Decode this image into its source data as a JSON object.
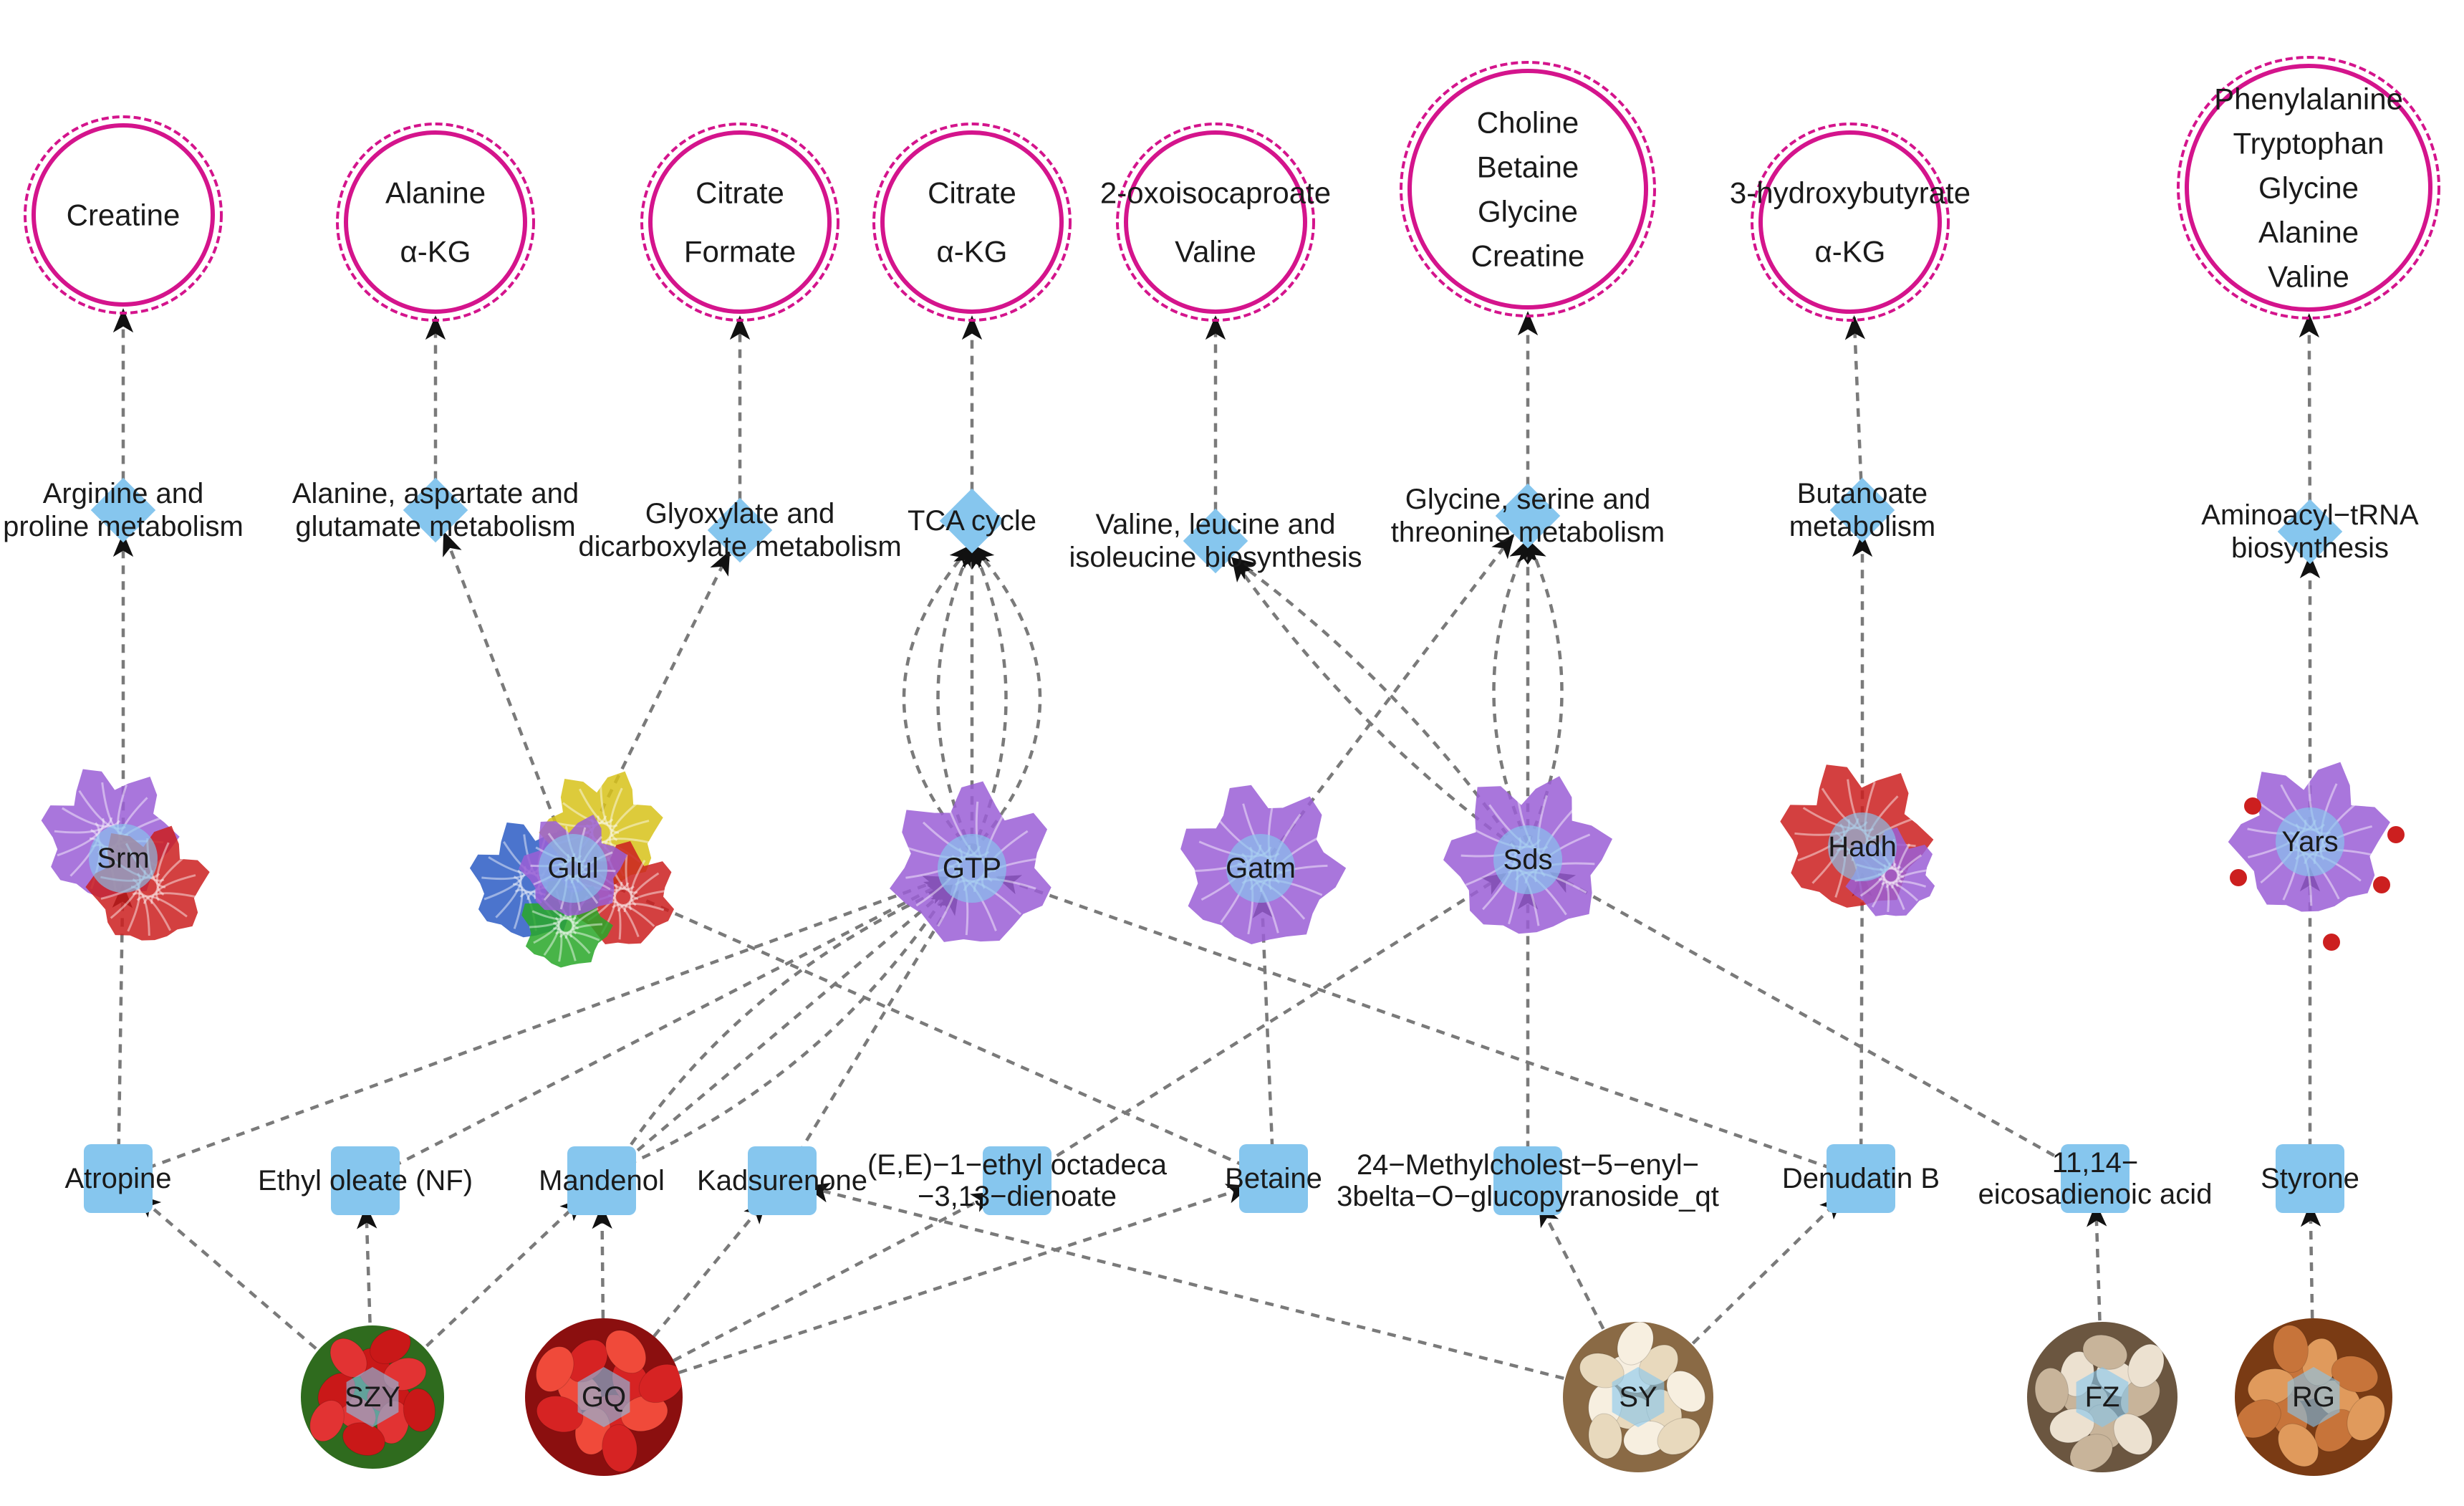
{
  "colors": {
    "metabolite_ring": "#d4148c",
    "node_blue": "#86c6ee",
    "edge": "#7a7a7a",
    "protein_purple": "#9b5fd6",
    "protein_red": "#cc1f1f"
  },
  "metabolite_sets": [
    {
      "id": "m1",
      "lines": [
        "Creatine"
      ]
    },
    {
      "id": "m2",
      "lines": [
        "Alanine",
        "α-KG"
      ]
    },
    {
      "id": "m3",
      "lines": [
        "Citrate",
        "Formate"
      ]
    },
    {
      "id": "m4",
      "lines": [
        "Citrate",
        "α-KG"
      ]
    },
    {
      "id": "m5",
      "lines": [
        "2-oxoisocaproate",
        "Valine"
      ]
    },
    {
      "id": "m6",
      "lines": [
        "Choline",
        "Betaine",
        "Glycine",
        "Creatine"
      ]
    },
    {
      "id": "m7",
      "lines": [
        "3-hydroxybutyrate",
        "α-KG"
      ]
    },
    {
      "id": "m8",
      "lines": [
        "Phenylalanine",
        "Tryptophan",
        "Glycine",
        "Alanine",
        "Valine"
      ]
    }
  ],
  "pathways": [
    {
      "id": "p1",
      "lines": [
        "Arginine and",
        "proline metabolism"
      ]
    },
    {
      "id": "p2",
      "lines": [
        "Alanine, aspartate and",
        "glutamate metabolism"
      ]
    },
    {
      "id": "p3",
      "lines": [
        "Glyoxylate and",
        "dicarboxylate metabolism"
      ]
    },
    {
      "id": "p4",
      "lines": [
        "TCA cycle"
      ]
    },
    {
      "id": "p5",
      "lines": [
        "Valine, leucine and",
        "isoleucine biosynthesis"
      ]
    },
    {
      "id": "p6",
      "lines": [
        "Glycine, serine and",
        "threonine metabolism"
      ]
    },
    {
      "id": "p7",
      "lines": [
        "Butanoate",
        "metabolism"
      ]
    },
    {
      "id": "p8",
      "lines": [
        "Aminoacyl−tRNA",
        "biosynthesis"
      ]
    }
  ],
  "targets": [
    {
      "id": "t1",
      "label": "Srm",
      "style": "purple-red"
    },
    {
      "id": "t2",
      "label": "Glul",
      "style": "multi"
    },
    {
      "id": "t3",
      "label": "GTP",
      "style": "purple"
    },
    {
      "id": "t4",
      "label": "Gatm",
      "style": "purple"
    },
    {
      "id": "t5",
      "label": "Sds",
      "style": "purple"
    },
    {
      "id": "t6",
      "label": "Hadh",
      "style": "red-purple"
    },
    {
      "id": "t7",
      "label": "Yars",
      "style": "purple-dots"
    }
  ],
  "compounds": [
    {
      "id": "c1",
      "lines": [
        "Atropine"
      ]
    },
    {
      "id": "c2",
      "lines": [
        "Ethyl oleate (NF)"
      ]
    },
    {
      "id": "c3",
      "lines": [
        "Mandenol"
      ]
    },
    {
      "id": "c4",
      "lines": [
        "Kadsurenone"
      ]
    },
    {
      "id": "c5",
      "lines": [
        "(E,E)−1−ethyl octadeca",
        "−3,13−dienoate"
      ]
    },
    {
      "id": "c6",
      "lines": [
        "Betaine"
      ]
    },
    {
      "id": "c7",
      "lines": [
        "24−Methylcholest−5−enyl−",
        "3belta−O−glucopyranoside_qt"
      ]
    },
    {
      "id": "c8",
      "lines": [
        "Denudatin B"
      ]
    },
    {
      "id": "c9",
      "lines": [
        "11,14−",
        "eicosadienoic acid"
      ]
    },
    {
      "id": "c10",
      "lines": [
        "Styrone"
      ]
    }
  ],
  "herbs": [
    {
      "id": "h1",
      "label": "SZY",
      "image": "red-berries"
    },
    {
      "id": "h2",
      "label": "GQ",
      "image": "goji-berries"
    },
    {
      "id": "h3",
      "label": "SY",
      "image": "yam-slices"
    },
    {
      "id": "h4",
      "label": "FZ",
      "image": "root-slices"
    },
    {
      "id": "h5",
      "label": "RG",
      "image": "cinnamon-bark"
    }
  ],
  "edges": [
    [
      "h1",
      "c1"
    ],
    [
      "h1",
      "c2"
    ],
    [
      "h1",
      "c3"
    ],
    [
      "h2",
      "c3"
    ],
    [
      "h2",
      "c4"
    ],
    [
      "h2",
      "c5"
    ],
    [
      "h2",
      "c6"
    ],
    [
      "h3",
      "c4"
    ],
    [
      "h3",
      "c7"
    ],
    [
      "h3",
      "c8"
    ],
    [
      "h4",
      "c9"
    ],
    [
      "h5",
      "c10"
    ],
    [
      "c1",
      "t1"
    ],
    [
      "c1",
      "t3"
    ],
    [
      "c2",
      "t3"
    ],
    [
      "c3",
      "t3"
    ],
    [
      "c3",
      "t3"
    ],
    [
      "c3",
      "t3"
    ],
    [
      "c4",
      "t3"
    ],
    [
      "c5",
      "t5"
    ],
    [
      "c6",
      "t4"
    ],
    [
      "c6",
      "t2"
    ],
    [
      "c7",
      "t5"
    ],
    [
      "c8",
      "t3"
    ],
    [
      "c8",
      "t6"
    ],
    [
      "c9",
      "t5"
    ],
    [
      "c10",
      "t7"
    ],
    [
      "t1",
      "p1"
    ],
    [
      "t2",
      "p2"
    ],
    [
      "t2",
      "p3"
    ],
    [
      "t3",
      "p4"
    ],
    [
      "t3",
      "p4"
    ],
    [
      "t3",
      "p4"
    ],
    [
      "t3",
      "p4"
    ],
    [
      "t3",
      "p4"
    ],
    [
      "t4",
      "p6"
    ],
    [
      "t5",
      "p5"
    ],
    [
      "t5",
      "p5"
    ],
    [
      "t5",
      "p6"
    ],
    [
      "t5",
      "p6"
    ],
    [
      "t5",
      "p6"
    ],
    [
      "t6",
      "p7"
    ],
    [
      "t7",
      "p8"
    ],
    [
      "p1",
      "m1"
    ],
    [
      "p2",
      "m2"
    ],
    [
      "p3",
      "m3"
    ],
    [
      "p4",
      "m4"
    ],
    [
      "p5",
      "m5"
    ],
    [
      "p6",
      "m6"
    ],
    [
      "p7",
      "m7"
    ],
    [
      "p8",
      "m8"
    ]
  ]
}
